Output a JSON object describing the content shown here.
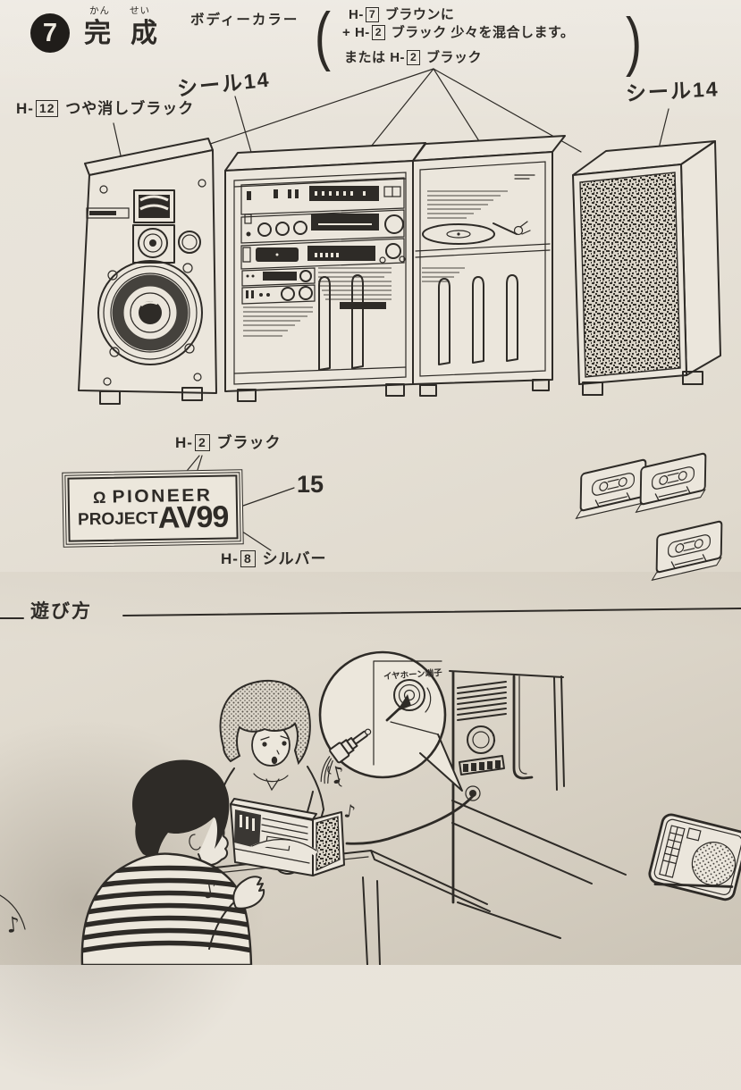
{
  "colors": {
    "paper": "#e7e2d8",
    "ink": "#2e2b27"
  },
  "step": {
    "number": "7",
    "furigana_kan": "かん",
    "furigana_sei": "せい",
    "title_kan": "完",
    "title_sei": "成"
  },
  "body_color": {
    "label": "ボディーカラー",
    "paren_open": "(",
    "paren_close": ")",
    "line1_code": "H-",
    "line1_num": "7",
    "line1_text": "ブラウンに",
    "line2_prefix": "+",
    "line2_code": "H-",
    "line2_num": "2",
    "line2_text": "ブラック 少々を混合します。",
    "line3_prefix": "または",
    "line3_code": "H-",
    "line3_num": "2",
    "line3_text": "ブラック"
  },
  "labels": {
    "seal_left": "シール14",
    "seal_right": "シール14",
    "matte_code": "H-",
    "matte_num": "12",
    "matte_text": "つや消しブラック",
    "black_code": "H-",
    "black_num": "2",
    "black_text": "ブラック",
    "part_number": "15",
    "silver_code": "H-",
    "silver_num": "8",
    "silver_text": "シルバー"
  },
  "logo": {
    "mark": "Ω",
    "brand": "PIONEER",
    "line2_left": "PROJECT",
    "line2_right": "AV99"
  },
  "play_section": {
    "heading": "遊び方",
    "bubble_label": "イヤホーン端子",
    "note_glyph": "♪"
  }
}
